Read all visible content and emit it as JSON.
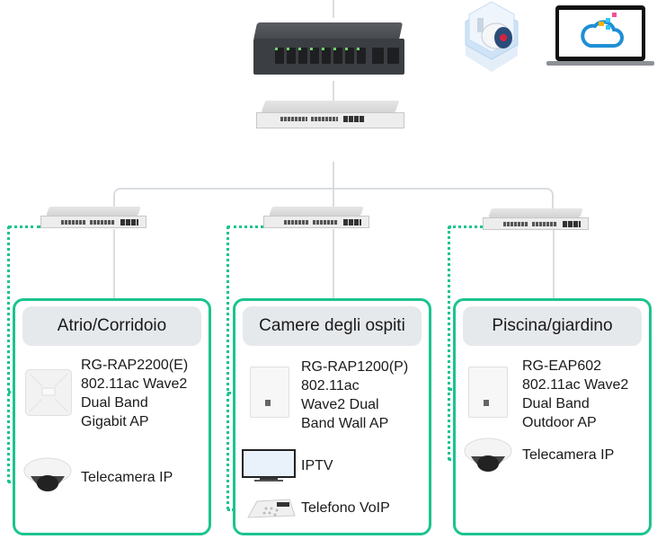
{
  "top": {
    "core_router": {
      "name": "core-router",
      "ports": 10
    },
    "cloud_services": [
      {
        "icon": "ip-camera-cloud-icon",
        "label": ""
      },
      {
        "icon": "cloud-laptop-icon",
        "label": ""
      }
    ],
    "aggregation_switch": {
      "name": "aggregation-switch"
    }
  },
  "colors": {
    "zone_border": "#1cc48f",
    "dotted_link": "#1cc48f",
    "trunk_line": "#d9dde2",
    "zone_header_bg": "#e6e9ec",
    "cloud_blue": "#1f8fd6"
  },
  "zones": [
    {
      "title": "Atrio/Corridoio",
      "ap": {
        "lines": [
          "RG-RAP2200(E)",
          "802.11ac Wave2",
          "Dual Band",
          "Gigabit AP"
        ],
        "icon": "ceiling-ap-icon"
      },
      "devices": [
        {
          "label": "Telecamera IP",
          "icon": "dome-camera-icon"
        }
      ]
    },
    {
      "title": "Camere degli ospiti",
      "ap": {
        "lines": [
          "RG-RAP1200(P)",
          "802.11ac",
          "Wave2 Dual",
          "Band Wall AP"
        ],
        "icon": "wall-ap-icon"
      },
      "devices": [
        {
          "label": "IPTV",
          "icon": "tv-icon"
        },
        {
          "label": "Telefono VoIP",
          "icon": "voip-phone-icon"
        }
      ]
    },
    {
      "title": "Piscina/giardino",
      "ap": {
        "lines": [
          "RG-EAP602",
          "802.11ac Wave2",
          "Dual Band",
          "Outdoor AP"
        ],
        "icon": "outdoor-ap-icon"
      },
      "devices": [
        {
          "label": "Telecamera IP",
          "icon": "dome-camera-icon"
        }
      ]
    }
  ]
}
